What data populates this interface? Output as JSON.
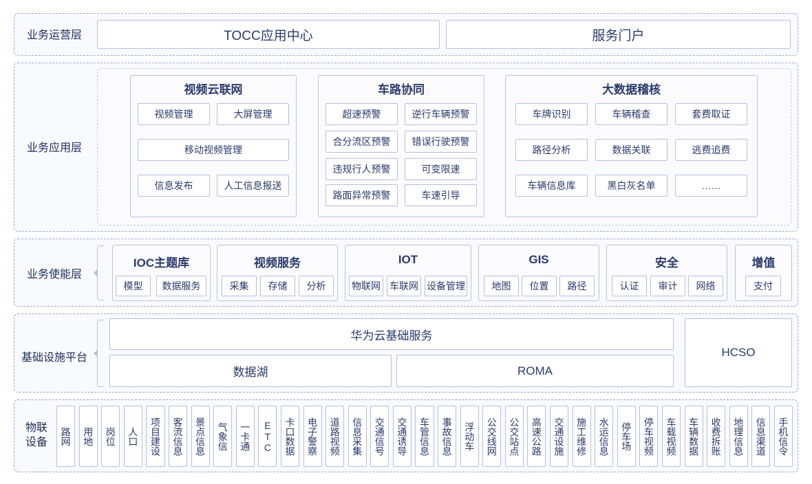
{
  "layers": {
    "ops": {
      "label": "业务运营层",
      "tocc": "TOCC应用中心",
      "portal": "服务门户"
    },
    "app": {
      "label": "业务应用层",
      "video": {
        "title": "视频云联网",
        "items": [
          "视频管理",
          "大屏管理",
          "移动视频管理",
          "信息发布",
          "人工信息报送"
        ]
      },
      "vehicle_road": {
        "title": "车路协同",
        "items": [
          "超速预警",
          "逆行车辆预警",
          "合分流区预警",
          "错误行驶预警",
          "违规行人预警",
          "可变限速",
          "路面异常预警",
          "车速引导"
        ]
      },
      "bigdata": {
        "title": "大数据稽核",
        "items": [
          "车牌识别",
          "车辆稽查",
          "套费取证",
          "路径分析",
          "数据关联",
          "逃费追费",
          "车辆信息库",
          "黑白灰名单",
          "……"
        ]
      }
    },
    "enable": {
      "label": "业务使能层",
      "groups": [
        {
          "title": "IOC主题库",
          "items": [
            "模型",
            "数据服务"
          ]
        },
        {
          "title": "视频服务",
          "items": [
            "采集",
            "存储",
            "分析"
          ]
        },
        {
          "title": "IOT",
          "items": [
            "物联网",
            "车联网",
            "设备管理"
          ]
        },
        {
          "title": "GIS",
          "items": [
            "地图",
            "位置",
            "路径"
          ]
        },
        {
          "title": "安全",
          "items": [
            "认证",
            "审计",
            "网络"
          ]
        },
        {
          "title": "增值",
          "items": [
            "支付"
          ]
        }
      ]
    },
    "infra": {
      "label": "基础设施平台",
      "cloud": "华为云基础服务",
      "lake": "数据湖",
      "roma": "ROMA",
      "hcso": "HCSO"
    },
    "iot": {
      "label": "物联设备",
      "items": [
        "路网",
        "用地",
        "岗位",
        "人口",
        "项目建设",
        "客流信息",
        "景点信息",
        "气象信",
        "一卡通",
        "ETC",
        "卡口数据",
        "电子警察",
        "道路视频",
        "信息采集",
        "交通信号",
        "交通诱导",
        "车管信息",
        "事故信息",
        "浮动车",
        "公交线网",
        "公交站点",
        "高速公路",
        "交通设施",
        "施工维修",
        "水运信息",
        "停车场",
        "停车视频",
        "车载视频",
        "车辆数据",
        "收费拆账",
        "地理信息",
        "信息渠道",
        "手机信令"
      ]
    }
  }
}
